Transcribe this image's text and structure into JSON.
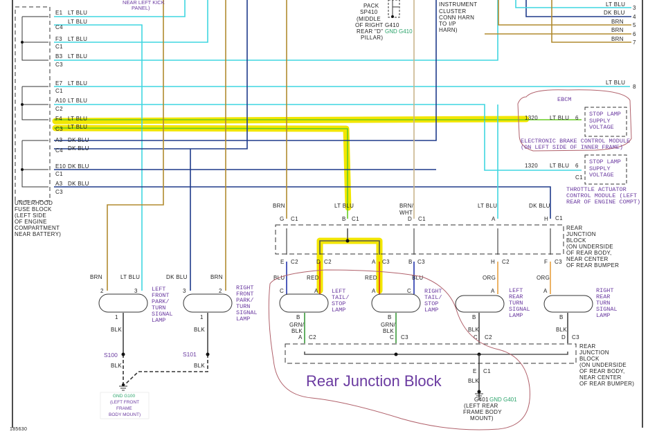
{
  "colors": {
    "lt_blu": "#3fd6e0",
    "dk_blu": "#1e3a8a",
    "brn": "#b08a2e",
    "brn_wht": "#c8b48a",
    "red": "#e03020",
    "org": "#e8a040",
    "grn_blk": "#3a9a3a",
    "blk": "#444444",
    "highlight": "#f2e600",
    "highlight_wire": "#66cc22",
    "annotation": "#b0606a",
    "component_text": "#6a3aa0",
    "ground_text": "#2aa36a"
  },
  "top": {
    "kick_panel": [
      "NEAR LEFT KICK",
      "PANEL)"
    ],
    "splice_pack": [
      "PACK",
      "SP410",
      "(MIDDLE",
      "OF RIGHT",
      "REAR \"D\"",
      "PILLAR)"
    ],
    "g410": "G410",
    "gnd_g410": "GND G410",
    "instrument_cluster": [
      "INSTRUMENT",
      "CLUSTER",
      "CONN HARN",
      "TO I/P",
      "HARN)"
    ]
  },
  "fuse_block": {
    "label": [
      "UNDERHOOD",
      "FUSE BLOCK",
      "(LEFT SIDE",
      "OF ENGINE",
      "COMPARTMENT",
      "NEAR BATTERY)"
    ],
    "pins": [
      {
        "pin": "E1",
        "conn": "C4",
        "wire": "LT BLU",
        "wire2": "LT BLU"
      },
      {
        "pin": "F3",
        "conn": "C1",
        "wire": "LT BLU"
      },
      {
        "pin": "B3",
        "conn": "C3",
        "wire": "LT BLU"
      },
      {
        "pin": "E7",
        "conn": "C1",
        "wire": "LT BLU"
      },
      {
        "pin": "A10",
        "conn": "C2",
        "wire": "LT BLU"
      },
      {
        "pin": "F4",
        "conn": "C3",
        "wire": "LT BLU",
        "wire2": "LT BLU"
      },
      {
        "pin": "A3",
        "conn": "C4",
        "wire": "DK BLU",
        "wire2": "DK BLU"
      },
      {
        "pin": "E10",
        "conn": "C1",
        "wire": "DK BLU"
      },
      {
        "pin": "A3",
        "conn": "C3",
        "wire": "DK BLU"
      }
    ]
  },
  "right_connector": {
    "wires": [
      {
        "color": "LT BLU",
        "pin": "3"
      },
      {
        "color": "DK BLU",
        "pin": "4"
      },
      {
        "color": "BRN",
        "pin": "5"
      },
      {
        "color": "BRN",
        "pin": "6"
      },
      {
        "color": "BRN",
        "pin": "7"
      },
      {
        "color": "LT BLU",
        "pin": "8"
      }
    ]
  },
  "ebcm": {
    "title": "EBCM",
    "circuit": "1320",
    "wire": "LT BLU",
    "pin": "6",
    "function": [
      "STOP LAMP",
      "SUPPLY",
      "VOLTAGE"
    ],
    "label": [
      "ELECTRONIC BRAKE CONTROL MODULE",
      "(ON LEFT SIDE OF INNER FRAME)"
    ]
  },
  "tac": {
    "circuit": "1320",
    "wire": "LT BLU",
    "pin": "6",
    "conn": "C1",
    "function": [
      "STOP LAMP",
      "SUPPLY",
      "VOLTAGE"
    ],
    "label": [
      "THROTTLE ACTUATOR",
      "CONTROL MODULE (LEFT",
      "REAR OF ENGINE COMPT)"
    ]
  },
  "rjb_top": {
    "inputs": [
      {
        "wire": "BRN",
        "pin": "G",
        "conn": "C1"
      },
      {
        "wire": "LT BLU",
        "pin": "B",
        "conn": "C1"
      },
      {
        "wire": "BRN/\nWHT",
        "pin": "D",
        "conn": "C1"
      },
      {
        "wire": "LT BLU",
        "pin": "A",
        "conn": ""
      },
      {
        "wire": "DK BLU",
        "pin": "H",
        "conn": "C1"
      }
    ],
    "outputs": [
      {
        "pin": "E",
        "conn": "C2",
        "wire": "BLU"
      },
      {
        "pin": "D",
        "conn": "C2",
        "wire": "RED"
      },
      {
        "pin": "A",
        "conn": "C3",
        "wire": "RED"
      },
      {
        "pin": "B",
        "conn": "C3",
        "wire": "BLU"
      },
      {
        "pin": "H",
        "conn": "C2",
        "wire": "ORG"
      },
      {
        "pin": "F",
        "conn": "C3",
        "wire": "ORG"
      }
    ],
    "label": [
      "REAR",
      "JUNCTION",
      "BLOCK",
      "(ON UNDERSIDE",
      "OF REAR BODY,",
      "NEAR CENTER",
      "OF REAR BUMPER"
    ]
  },
  "lamps": [
    {
      "name": [
        "LEFT",
        "FRONT",
        "PARK/",
        "TURN",
        "SIGNAL",
        "LAMP"
      ],
      "in_wires": [
        {
          "wire": "BRN",
          "pin": "2"
        },
        {
          "wire": "LT BLU",
          "pin": "3"
        }
      ],
      "gnd_pin": "1",
      "gnd_wire": "BLK"
    },
    {
      "name": [
        "RIGHT",
        "FRONT",
        "PARK/",
        "TURN",
        "SIGNAL",
        "LAMP"
      ],
      "in_wires": [
        {
          "wire": "DK BLU",
          "pin": "3"
        },
        {
          "wire": "BRN",
          "pin": "2"
        }
      ],
      "gnd_pin": "1",
      "gnd_wire": "BLK"
    },
    {
      "name": [
        "LEFT",
        "TAIL/",
        "STOP",
        "LAMP"
      ],
      "in_wires": [
        {
          "wire": "BLU",
          "pin": "C"
        },
        {
          "wire": "RED",
          "pin": "A"
        }
      ],
      "gnd_pin": "B",
      "gnd_wire": "GRN/\nBLK"
    },
    {
      "name": [
        "RIGHT",
        "TAIL/",
        "STOP",
        "LAMP"
      ],
      "in_wires": [
        {
          "wire": "RED",
          "pin": "A"
        },
        {
          "wire": "BLU",
          "pin": "C"
        }
      ],
      "gnd_pin": "B",
      "gnd_wire": "GRN/\nBLK"
    },
    {
      "name": [
        "LEFT",
        "REAR",
        "TURN",
        "SIGNAL",
        "LAMP"
      ],
      "in_wires": [
        {
          "wire": "ORG",
          "pin": "A"
        }
      ],
      "gnd_pin": "B",
      "gnd_wire": "BLK"
    },
    {
      "name": [
        "RIGHT",
        "REAR",
        "TURN",
        "SIGNAL",
        "LAMP"
      ],
      "in_wires": [
        {
          "wire": "ORG",
          "pin": "A"
        }
      ],
      "gnd_pin": "B",
      "gnd_wire": "BLK"
    }
  ],
  "front_ground": {
    "s100": "S100",
    "s101": "S101",
    "blk": "BLK",
    "gnd": "GND G100",
    "location": [
      "(LEFT FRONT",
      "FRAME",
      "BODY MOUNT)"
    ]
  },
  "rjb_bottom": {
    "inputs": [
      {
        "pin": "A",
        "conn": "C2"
      },
      {
        "pin": "C",
        "conn": "C3"
      },
      {
        "pin": "C",
        "conn": "C2"
      },
      {
        "pin": "D",
        "conn": "C3"
      }
    ],
    "output": {
      "pin": "E",
      "conn": "C1",
      "wire": "BLK"
    },
    "label": [
      "REAR",
      "JUNCTION",
      "BLOCK",
      "(ON UNDERSIDE",
      "OF REAR BODY,",
      "NEAR CENTER",
      "OF REAR BUMPER)"
    ]
  },
  "rear_ground": {
    "code": "G401",
    "gnd": "GND G401",
    "location": [
      "(LEFT REAR",
      "FRAME BODY",
      "MOUNT)"
    ]
  },
  "annotation": "Rear Junction Block",
  "figure_id": "185630"
}
